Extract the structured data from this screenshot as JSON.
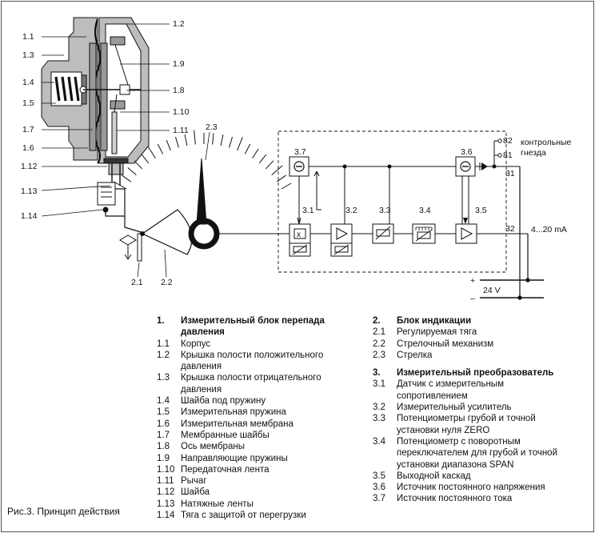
{
  "diagram": {
    "part_labels": {
      "l1_1": "1.1",
      "l1_3": "1.3",
      "l1_4": "1.4",
      "l1_5": "1.5",
      "l1_7": "1.7",
      "l1_6": "1.6",
      "l1_12": "1.12",
      "l1_13": "1.13",
      "l1_14": "1.14",
      "r1_2": "1.2",
      "r1_9": "1.9",
      "r1_8": "1.8",
      "r1_10": "1.10",
      "r1_11": "1.11",
      "l2_3": "2.3",
      "l2_1": "2.1",
      "l2_2": "2.2"
    },
    "block_labels": {
      "b3_7": "3.7",
      "b3_6": "3.6",
      "b3_1": "3.1",
      "b3_2": "3.2",
      "b3_3": "3.3",
      "b3_4": "3.4",
      "b3_5": "3.5"
    },
    "terminals": {
      "t82": "82",
      "t81": "81",
      "t31": "31",
      "t32": "32"
    },
    "sockets_label_1": "контрольные",
    "sockets_label_2": "гнезда",
    "current_label": "4...20 mA",
    "plus": "+",
    "minus": "–",
    "supply_label": "24 V"
  },
  "legend": {
    "s1": {
      "num": "1.",
      "title_1": "Измерительный блок перепада",
      "title_2": "давления",
      "items": [
        {
          "num": "1.1",
          "text": "Корпус"
        },
        {
          "num": "1.2",
          "text": "Крышка полости положительного давления"
        },
        {
          "num": "1.3",
          "text": "Крышка полости отрицательного давления"
        },
        {
          "num": "1.4",
          "text": "Шайба под пружину"
        },
        {
          "num": "1.5",
          "text": "Измерительная пружина"
        },
        {
          "num": "1.6",
          "text": "Измерительная мембрана"
        },
        {
          "num": "1.7",
          "text": "Мембранные шайбы"
        },
        {
          "num": "1.8",
          "text": "Ось мембраны"
        },
        {
          "num": "1.9",
          "text": "Направляющие пружины"
        },
        {
          "num": "1.10",
          "text": "Передаточная лента"
        },
        {
          "num": "1.11",
          "text": "Рычаг"
        },
        {
          "num": "1.12",
          "text": "Шайба"
        },
        {
          "num": "1.13",
          "text": "Натяжные ленты"
        },
        {
          "num": "1.14",
          "text": "Тяга с защитой от перегрузки"
        }
      ]
    },
    "s2": {
      "num": "2.",
      "title": "Блок индикации",
      "items": [
        {
          "num": "2.1",
          "text": "Регулируемая тяга"
        },
        {
          "num": "2.2",
          "text": "Стрелочный механизм"
        },
        {
          "num": "2.3",
          "text": "Стрелка"
        }
      ]
    },
    "s3": {
      "num": "3.",
      "title": "Измерительный преобразователь",
      "items": [
        {
          "num": "3.1",
          "text": "Датчик с измерительным сопротивлением"
        },
        {
          "num": "3.2",
          "text": "Измерительный усилитель"
        },
        {
          "num": "3.3",
          "text": "Потенциометры грубой и точной установки нуля ZERO"
        },
        {
          "num": "3.4",
          "text": "Потенциометр с поворотным переключателем для грубой и точной установки диапазона SPAN"
        },
        {
          "num": "3.5",
          "text": "Выходной каскад"
        },
        {
          "num": "3.6",
          "text": "Источник постоянного напряжения"
        },
        {
          "num": "3.7",
          "text": "Источник постоянного тока"
        }
      ]
    }
  },
  "caption": "Рис.3. Принцип действия"
}
